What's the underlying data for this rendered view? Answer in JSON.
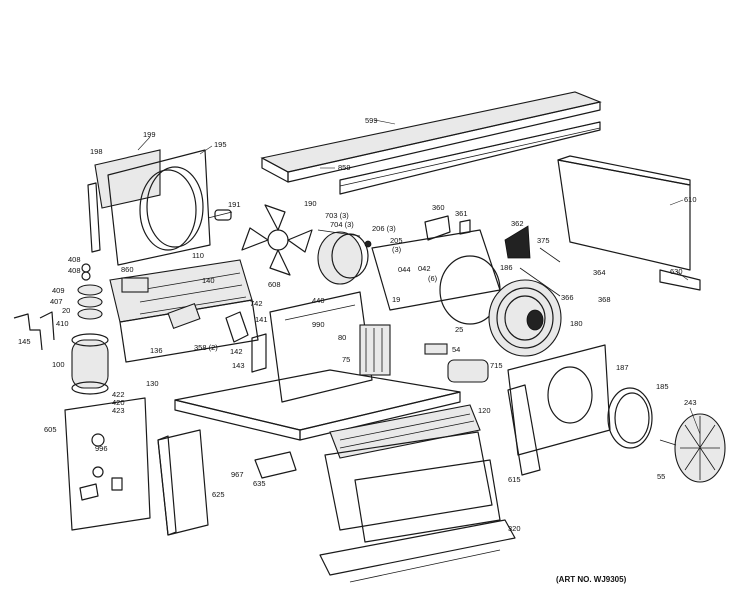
{
  "caption": "(ART NO. WJ9305)",
  "callouts": {
    "c599": "599",
    "c859": "859",
    "c199": "199",
    "c195": "195",
    "c198": "198",
    "c610": "610",
    "c630": "630",
    "c191": "191",
    "c190": "190",
    "c703": "703 (3)",
    "c704": "704 (3)",
    "c206": "206 (3)",
    "c205": "205",
    "c3": "(3)",
    "c360": "360",
    "c361": "361",
    "c362": "362",
    "c375": "375",
    "c364": "364",
    "c366": "366",
    "c368": "368",
    "c408a": "408",
    "c408b": "408",
    "c860": "860",
    "c110": "110",
    "c409": "409",
    "c20": "20",
    "c407": "407",
    "c410": "410",
    "c145": "145",
    "c140": "140",
    "c742": "742",
    "c141": "141",
    "c608": "608",
    "c440": "440",
    "c990": "990",
    "c044": "044",
    "c042": "042",
    "c61": "(6)",
    "c186": "186",
    "c19": "19",
    "c80": "80",
    "c25": "25",
    "c180": "180",
    "c100": "100",
    "c136": "136",
    "c142": "142",
    "c358": "358 (2)",
    "c130": "130",
    "c143": "143",
    "c75": "75",
    "c54": "54",
    "c715": "715",
    "c187": "187",
    "c422": "422",
    "c420": "420",
    "c423": "423",
    "c120": "120",
    "c185": "185",
    "c243": "243",
    "c605": "605",
    "c996": "996",
    "c967": "967",
    "c635": "635",
    "c625": "625",
    "c615": "615",
    "c55": "55",
    "c320": "320"
  }
}
